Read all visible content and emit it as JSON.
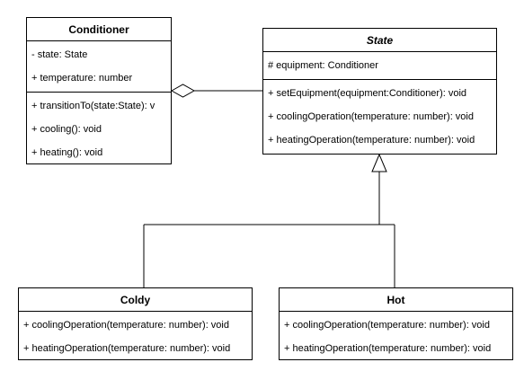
{
  "classes": {
    "conditioner": {
      "name": "Conditioner",
      "attributes": [
        "- state: State",
        "+ temperature: number"
      ],
      "methods": [
        "+ transitionTo(state:State): v",
        "+ cooling(): void",
        "+ heating(): void"
      ]
    },
    "state": {
      "name": "State",
      "attributes": [
        "# equipment: Conditioner"
      ],
      "methods": [
        "+ setEquipment(equipment:Conditioner): void",
        "+ coolingOperation(temperature: number): void",
        "+ heatingOperation(temperature: number): void"
      ]
    },
    "coldy": {
      "name": "Coldy",
      "methods": [
        "+ coolingOperation(temperature: number): void",
        "+ heatingOperation(temperature: number): void"
      ]
    },
    "hot": {
      "name": "Hot",
      "methods": [
        "+ coolingOperation(temperature: number): void",
        "+ heatingOperation(temperature: number): void"
      ]
    }
  },
  "relationships": [
    {
      "type": "aggregation",
      "whole": "Conditioner",
      "part": "State"
    },
    {
      "type": "inheritance",
      "child": "Coldy",
      "parent": "State"
    },
    {
      "type": "inheritance",
      "child": "Hot",
      "parent": "State"
    }
  ]
}
